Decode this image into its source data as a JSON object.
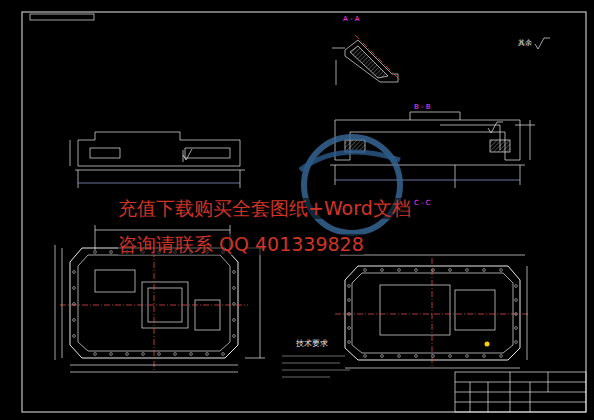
{
  "diagram": {
    "labels": [
      "A - A",
      "B - B",
      "C - C",
      "其余",
      "技术要求",
      "充值下载购买全套图纸+Word文档",
      "咨询请联系 QQ 401339828"
    ]
  }
}
